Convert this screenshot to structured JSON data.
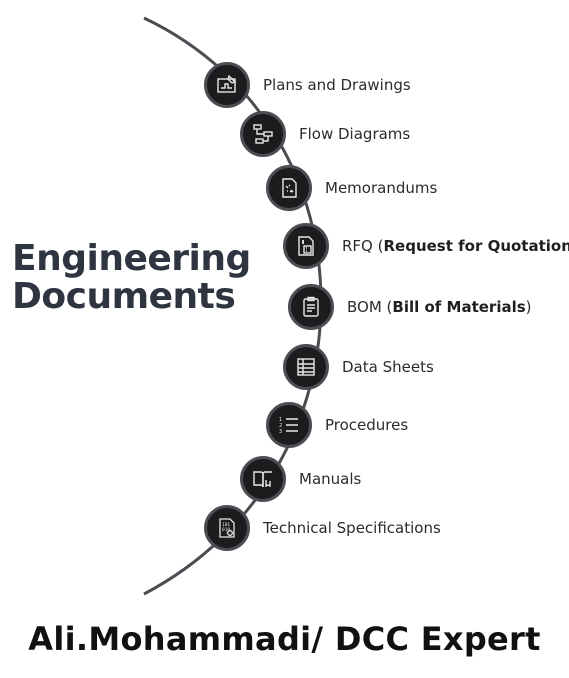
{
  "title": {
    "line1": "Engineering",
    "line2": "Documents"
  },
  "colors": {
    "line": "#4a4d52",
    "node_fill": "#1c1c1e",
    "title": "#2e3440",
    "text": "#2b2b2b"
  },
  "items": [
    {
      "icon": "blueprint-icon",
      "label": "Plans and Drawings"
    },
    {
      "icon": "flowchart-icon",
      "label": "Flow Diagrams"
    },
    {
      "icon": "memo-document-icon",
      "label": "Memorandums"
    },
    {
      "icon": "invoice-calculator-icon",
      "label_prefix": "RFQ (",
      "label_bold": "Request for Quotation",
      "label_suffix": ")"
    },
    {
      "icon": "clipboard-list-icon",
      "label_prefix": "BOM (",
      "label_bold": "Bill of Materials",
      "label_suffix": ")"
    },
    {
      "icon": "data-sheet-icon",
      "label": "Data Sheets"
    },
    {
      "icon": "numbered-list-icon",
      "label": "Procedures"
    },
    {
      "icon": "manual-book-icon",
      "label": "Manuals"
    },
    {
      "icon": "binary-settings-icon",
      "label": "Technical Specifications"
    }
  ],
  "footer": "Ali.Mohammadi/ DCC Expert"
}
